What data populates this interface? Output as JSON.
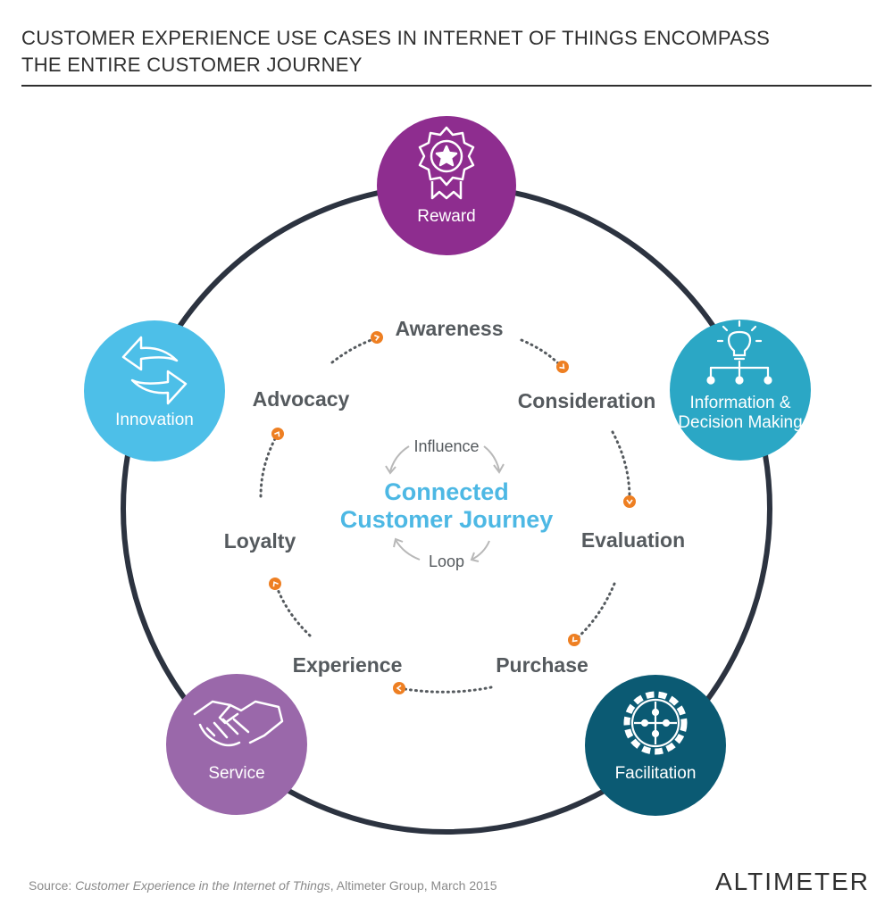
{
  "title": {
    "line1": "CUSTOMER EXPERIENCE USE CASES IN INTERNET OF THINGS ENCOMPASS",
    "line2": "THE ENTIRE CUSTOMER JOURNEY"
  },
  "hubs": [
    {
      "label_lines": [
        "Reward"
      ],
      "color": "#8e2d8f",
      "icon": "award-ribbon-icon"
    },
    {
      "label_lines": [
        "Information &",
        "Decision Making"
      ],
      "color": "#2ba7c5",
      "icon": "lightbulb-network-icon"
    },
    {
      "label_lines": [
        "Facilitation"
      ],
      "color": "#0b5a73",
      "icon": "gear-puzzle-icon"
    },
    {
      "label_lines": [
        "Service"
      ],
      "color": "#9a68aa",
      "icon": "handshake-icon"
    },
    {
      "label_lines": [
        "Innovation"
      ],
      "color": "#4dbfe8",
      "icon": "exchange-arrows-icon"
    }
  ],
  "stages": [
    "Awareness",
    "Consideration",
    "Evaluation",
    "Purchase",
    "Experience",
    "Loyalty",
    "Advocacy"
  ],
  "center": {
    "line1": "Connected",
    "line2": "Customer Journey",
    "influence": "Influence",
    "loop": "Loop"
  },
  "footer": {
    "prefix": "Source: ",
    "source_title": "Customer Experience in the Internet of Things",
    "suffix": ", Altimeter Group, March 2015"
  },
  "brand": "ALTIMETER",
  "colors": {
    "ring": "#2c3340",
    "dots": "#555a5e",
    "arrow": "#ee7f22",
    "center": "#4db8e4"
  }
}
